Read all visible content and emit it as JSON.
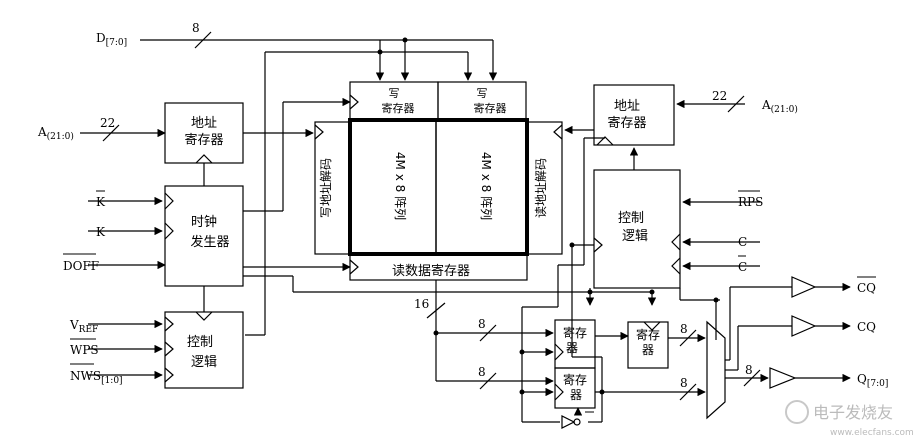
{
  "signals": {
    "d_bus": "D",
    "d_bus_sub": "[7:0]",
    "a_left": "A",
    "a_left_sub": "(21:0)",
    "a_right": "A",
    "a_right_sub": "(21:0)",
    "k_bar": "K",
    "k": "K",
    "doff_bar": "DOFF",
    "vref": "V",
    "vref_sub": "REF",
    "wps_bar": "WPS",
    "nws_bar": "NWS",
    "nws_sub": "[1:0]",
    "rps_bar": "RPS",
    "c": "C",
    "c_bar": "C",
    "cq_bar": "CQ",
    "cq": "CQ",
    "q": "Q",
    "q_sub": "[7:0]"
  },
  "bus_widths": {
    "d": "8",
    "a_left": "22",
    "a_right": "22",
    "read_out": "16",
    "reg1_in": "8",
    "reg2_in": "8",
    "reg3_out": "8",
    "reg4_out": "8",
    "q_out": "8"
  },
  "blocks": {
    "addr_reg_left_l1": "地址",
    "addr_reg_left_l2": "寄存器",
    "clock_gen_l1": "时钟",
    "clock_gen_l2": "发生器",
    "ctrl_left_l1": "控制",
    "ctrl_left_l2": "逻辑",
    "write_reg1_l1": "写",
    "write_reg1_l2": "寄存器",
    "write_reg2_l1": "写",
    "write_reg2_l2": "寄存器",
    "write_decoder": "写地址解码",
    "array1": "4M x 8 阵列",
    "array2": "4M x 8 阵列",
    "read_decoder": "读地址解码",
    "read_data_reg": "读数据寄存器",
    "addr_reg_right_l1": "地址",
    "addr_reg_right_l2": "寄存器",
    "ctrl_right_l1": "控制",
    "ctrl_right_l2": "逻辑",
    "out_reg1_l1": "寄存",
    "out_reg1_l2": "器",
    "out_reg2_l1": "寄存",
    "out_reg2_l2": "器",
    "out_reg3_l1": "寄存",
    "out_reg3_l2": "器"
  },
  "watermark": "电子发烧友",
  "watermark_url": "www.elecfans.com"
}
